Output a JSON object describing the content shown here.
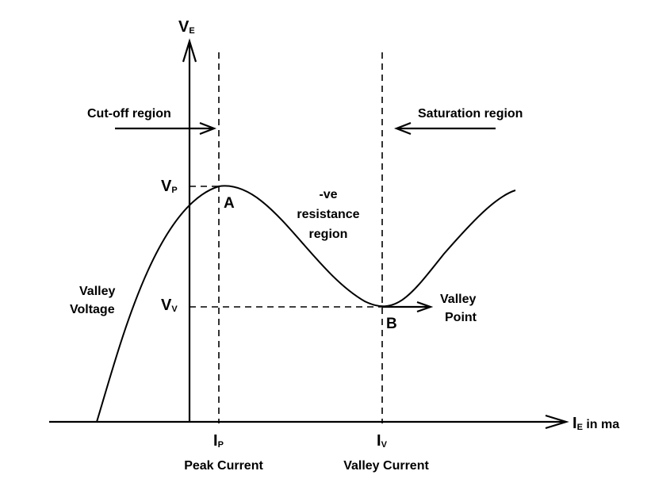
{
  "axes": {
    "y_main": "V",
    "y_sub": "E",
    "x_main": "I",
    "x_sub": "E",
    "x_suffix": " in ma"
  },
  "regions": {
    "cutoff": "Cut-off region",
    "saturation": "Saturation region",
    "negative_resistance": [
      "-ve",
      "resistance",
      "region"
    ]
  },
  "levels": {
    "peak_main": "V",
    "peak_sub": "P",
    "valley_main": "V",
    "valley_sub": "V"
  },
  "points": {
    "a": "A",
    "b": "B",
    "valley_point": [
      "Valley",
      "Point"
    ]
  },
  "side_label": [
    "Valley",
    "Voltage"
  ],
  "currents": {
    "peak_main": "I",
    "peak_sub": "P",
    "peak_caption": "Peak Current",
    "valley_main": "I",
    "valley_sub": "V",
    "valley_caption": "Valley Current"
  }
}
